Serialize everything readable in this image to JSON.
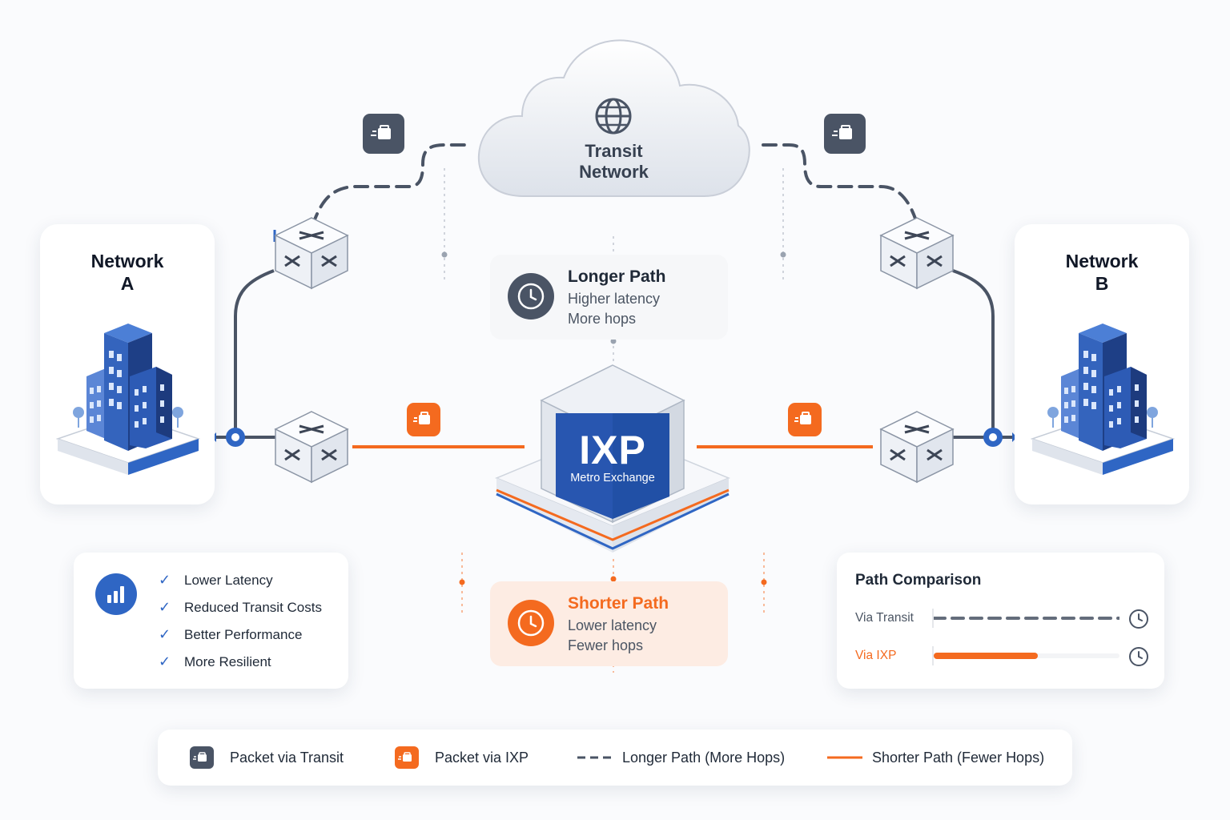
{
  "transit_cloud": {
    "title_line1": "Transit",
    "title_line2": "Network",
    "icon": "globe-icon"
  },
  "network_a": {
    "title_line1": "Network",
    "title_line2": "A",
    "icon": "office-building-icon"
  },
  "network_b": {
    "title_line1": "Network",
    "title_line2": "B",
    "icon": "office-building-icon"
  },
  "ixp": {
    "title": "IXP",
    "subtitle": "Metro Exchange"
  },
  "longer_path": {
    "title": "Longer Path",
    "line1": "Higher latency",
    "line2": "More hops",
    "icon": "clock-icon"
  },
  "shorter_path": {
    "title": "Shorter Path",
    "line1": "Lower latency",
    "line2": "Fewer hops",
    "icon": "clock-icon"
  },
  "benefits": {
    "icon": "bar-chart-icon",
    "items": [
      "Lower Latency",
      "Reduced Transit Costs",
      "Better Performance",
      "More Resilient"
    ]
  },
  "comparison": {
    "title": "Path Comparison",
    "rows": [
      {
        "label": "Via Transit",
        "style": "dashed",
        "color": "#4a5465"
      },
      {
        "label": "Via IXP",
        "style": "solid",
        "color": "#f46a1f",
        "fill": 0.56
      }
    ]
  },
  "legend": {
    "items": [
      {
        "label": "Packet via Transit",
        "icon": "packet-transit-icon"
      },
      {
        "label": "Packet via IXP",
        "icon": "packet-ixp-icon"
      },
      {
        "label": "Longer Path (More Hops)",
        "icon": "dashed-line-icon"
      },
      {
        "label": "Shorter Path (Fewer Hops)",
        "icon": "solid-line-icon"
      }
    ]
  },
  "colors": {
    "accent_blue": "#2f66c4",
    "accent_orange": "#f46a1f",
    "dark_slate": "#4a5465"
  }
}
